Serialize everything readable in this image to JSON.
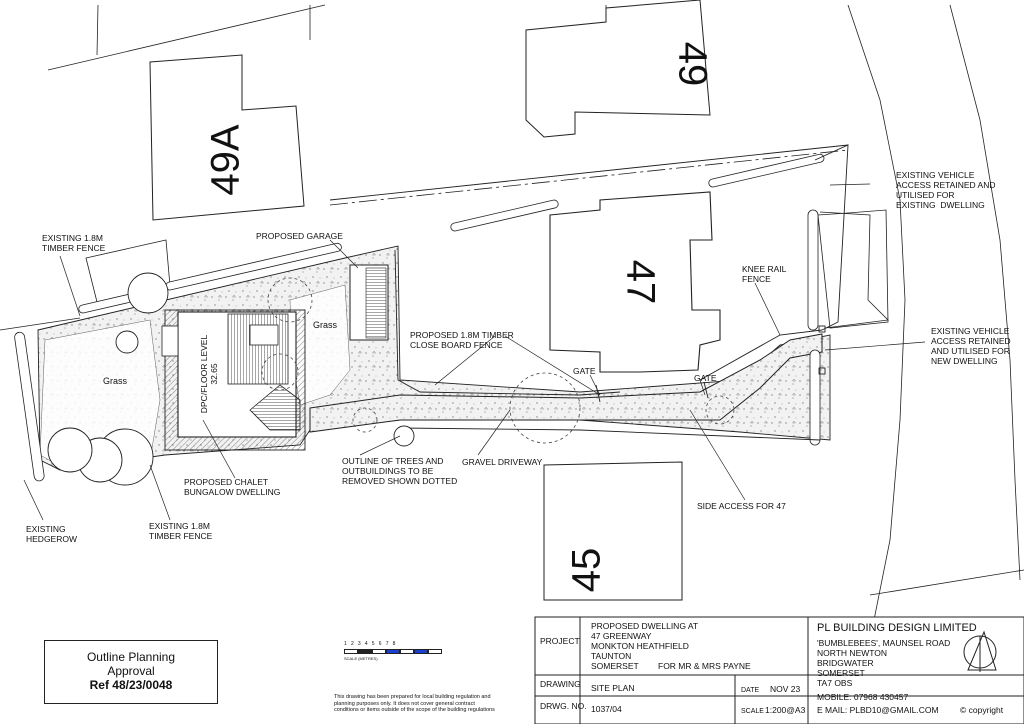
{
  "site": {
    "plot_labels": {
      "p49": "49",
      "p49a": "49A",
      "p47": "47",
      "p45": "45"
    },
    "annotations": {
      "existing_fence_top": "EXISTING 1.8M\nTIMBER FENCE",
      "proposed_garage": "PROPOSED GARAGE",
      "grass_1": "Grass",
      "grass_2": "Grass",
      "dpc": "DPC/FLOOR LEVEL\n32.65",
      "proposed_close_board": "PROPOSED 1.8M TIMBER\nCLOSE BOARD FENCE",
      "gate_1": "GATE",
      "gate_2": "GATE",
      "knee_rail": "KNEE RAIL\nFENCE",
      "vehicle_access_existing": "EXISTING VEHICLE\nACCESS RETAINED AND\nUTILISED FOR\nEXISTING  DWELLING",
      "vehicle_access_new": "EXISTING VEHICLE\nACCESS RETAINED\nAND UTILISED FOR\nNEW DWELLING",
      "proposed_chalet": "PROPOSED CHALET\nBUNGALOW DWELLING",
      "outline_trees": "OUTLINE OF TREES AND\nOUTBUILDINGS TO BE\nREMOVED SHOWN DOTTED",
      "gravel_driveway": "GRAVEL DRIVEWAY",
      "side_access": "SIDE ACCESS FOR 47",
      "existing_hedgerow": "EXISTING\nHEDGEROW",
      "existing_fence_bottom": "EXISTING 1.8M\nTIMBER FENCE"
    }
  },
  "stamp": {
    "line1": "Outline Planning",
    "line2": "Approval",
    "line3": "Ref 48/23/0048"
  },
  "scale_bar": {
    "ticks": "1   2   3   4   5   6   7   8",
    "caption": "SCALE (METRES)"
  },
  "disclaimer": "This drawing has been prepared for local building regulation and\nplanning purposes only. It does not cover general contract\nconditions or items outside of the scope of the building regulations",
  "title_block": {
    "project_label": "PROJECT",
    "project_text": "PROPOSED DWELLING AT\n47 GREENWAY\nMONKTON HEATHFIELD\nTAUNTON\nSOMERSET",
    "client": "FOR MR & MRS PAYNE",
    "drawing_label": "DRAWING",
    "drawing_value": "SITE PLAN",
    "date_label": "DATE",
    "date_value": "NOV 23",
    "drwg_label": "DRWG. NO.",
    "drwg_value": "1037/04",
    "scale_label": "SCALE",
    "scale_value": "1:200@A3",
    "company": "PL BUILDING DESIGN LIMITED",
    "address": "'BUMBLEBEES', MAUNSEL ROAD\nNORTH NEWTON\nBRIDGWATER\nSOMERSET\nTA7 OBS",
    "mobile": "MOBILE: 07968 430457",
    "email": "E MAIL: PLBD10@GMAIL.COM",
    "copyright": "© copyright"
  }
}
